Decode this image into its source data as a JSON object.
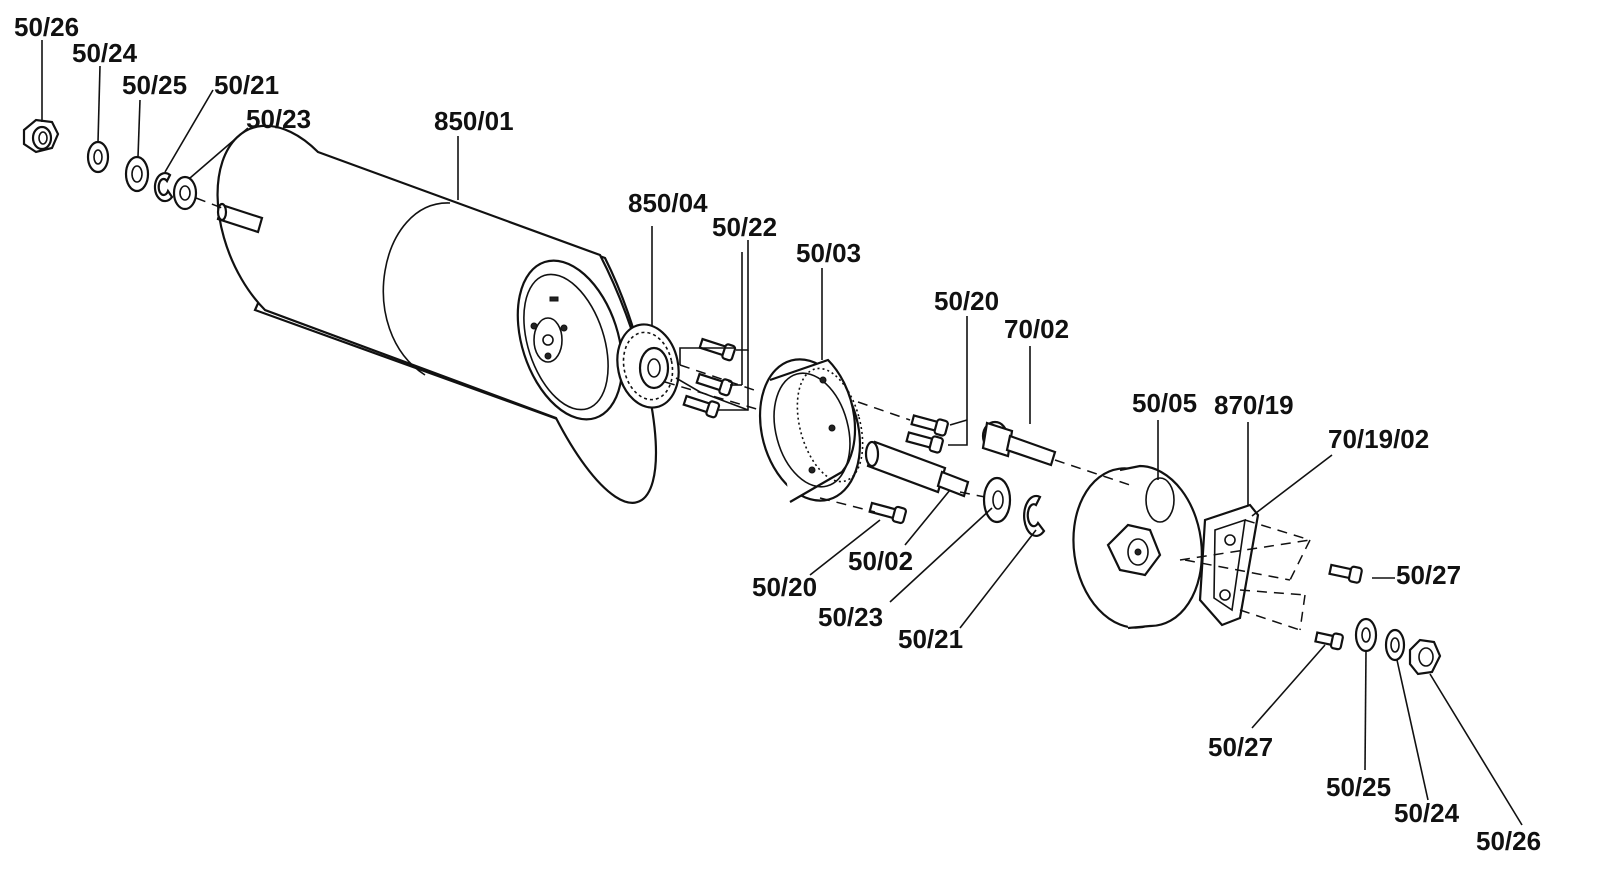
{
  "labels": {
    "nut_left": "50/26",
    "lockwasher_left": "50/24",
    "washer_left": "50/25",
    "eclip_left": "50/21",
    "washer2_left": "50/23",
    "motor": "850/01",
    "gear": "850/04",
    "screws_gear": "50/22",
    "ring_gear": "50/03",
    "screw_upper": "50/20",
    "pinion_shaft": "70/02",
    "cover_plate": "50/05",
    "bracket": "870/19",
    "bracket_sub": "70/19/02",
    "screw_right_upper": "50/27",
    "screw_lower": "50/20",
    "shaft": "50/02",
    "washer_mid": "50/23",
    "eclip_mid": "50/21",
    "screw_right_lower": "50/27",
    "washer_right": "50/25",
    "lockwasher_right": "50/24",
    "nut_right": "50/26"
  }
}
